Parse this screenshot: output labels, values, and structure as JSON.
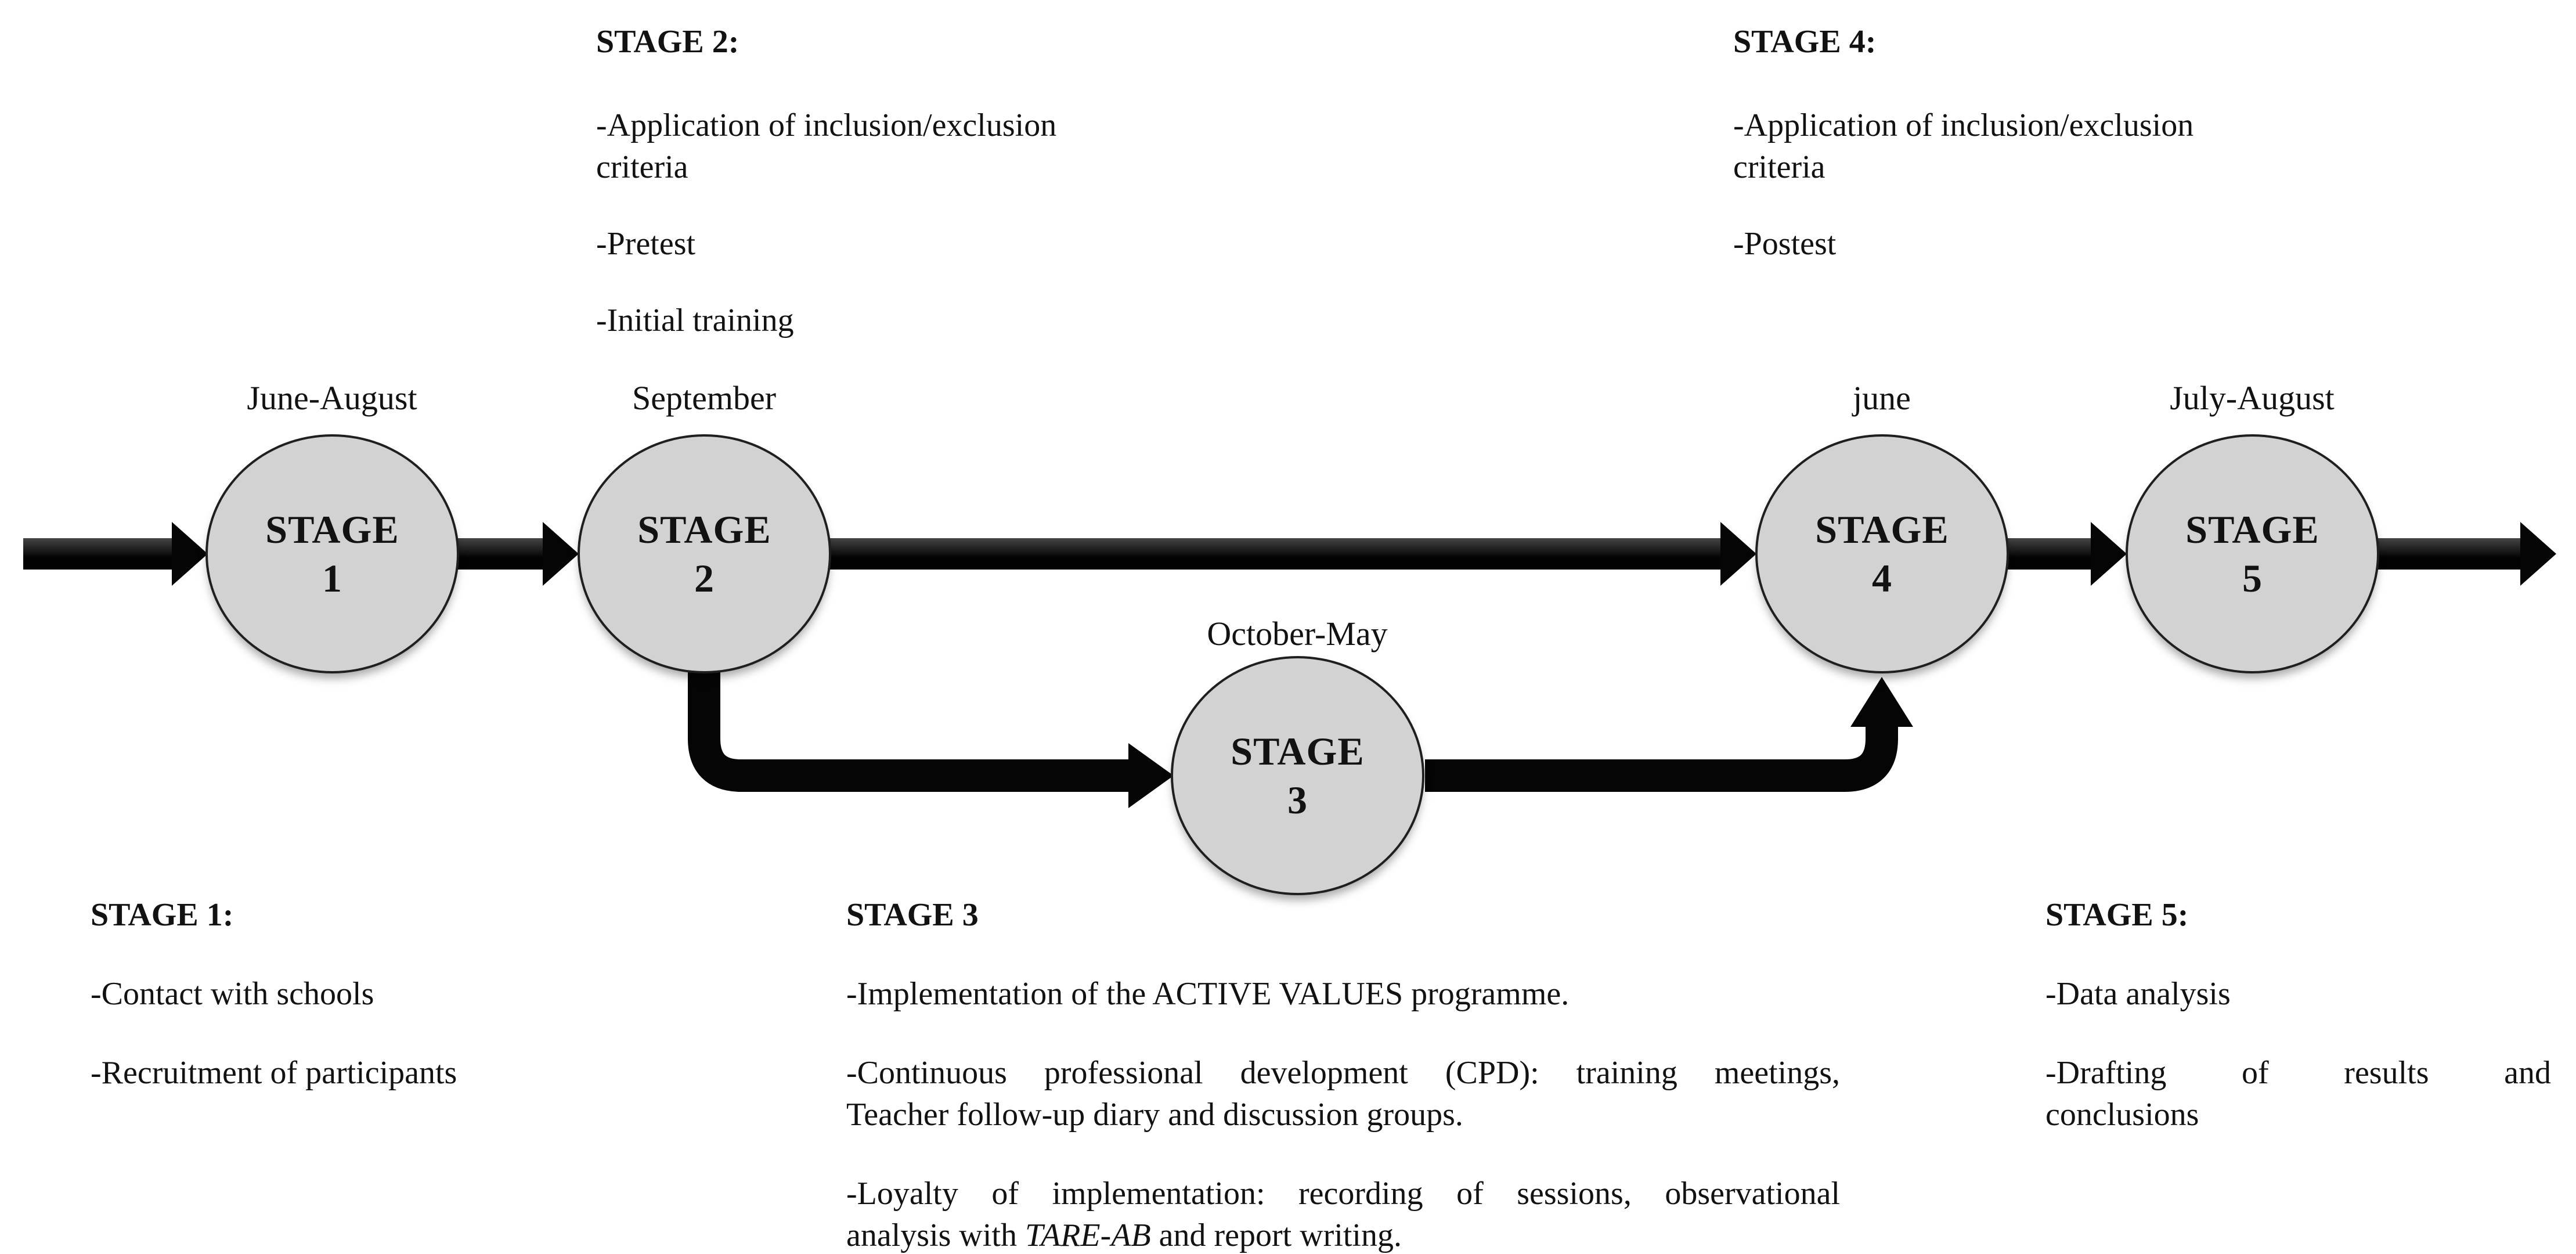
{
  "palette": {
    "background": "#ffffff",
    "circle_fill": "#d2d2d2",
    "circle_border": "#1f1f1f",
    "arrow": "#050505",
    "text": "#121212"
  },
  "circles": {
    "s1": {
      "word": "STAGE",
      "num": "1",
      "month": "June-August"
    },
    "s2": {
      "word": "STAGE",
      "num": "2",
      "month": "September"
    },
    "s3": {
      "word": "STAGE",
      "num": "3",
      "month": "October-May"
    },
    "s4": {
      "word": "STAGE",
      "num": "4",
      "month": "june"
    },
    "s5": {
      "word": "STAGE",
      "num": "5",
      "month": "July-August"
    }
  },
  "blocks": {
    "stage2_top": {
      "heading": "STAGE 2:",
      "p1l1": "-Application of inclusion/exclusion",
      "p1l2": "criteria",
      "p2": "-Pretest",
      "p3": "-Initial training"
    },
    "stage4_top": {
      "heading": "STAGE 4:",
      "p1l1": "-Application of inclusion/exclusion",
      "p1l2": "criteria",
      "p2": "-Postest"
    },
    "stage1_bottom": {
      "heading": "STAGE 1:",
      "p1": "-Contact with schools",
      "p2": "-Recruitment of participants"
    },
    "stage3_bottom": {
      "heading": "STAGE 3",
      "p1": "-Implementation of the ACTIVE VALUES programme.",
      "p2l1": "-Continuous professional development (CPD): training meetings,",
      "p2l2": "Teacher follow-up diary and discussion groups.",
      "p3l1": "-Loyalty of implementation: recording of sessions, observational",
      "p3l2_pre": "analysis with ",
      "p3l2_italic": "TARE-AB",
      "p3l2_post": " and report writing."
    },
    "stage5_bottom": {
      "heading": "STAGE 5:",
      "p1": "-Data analysis",
      "p2l1": "-Drafting of results and",
      "p2l2": "conclusions"
    }
  }
}
